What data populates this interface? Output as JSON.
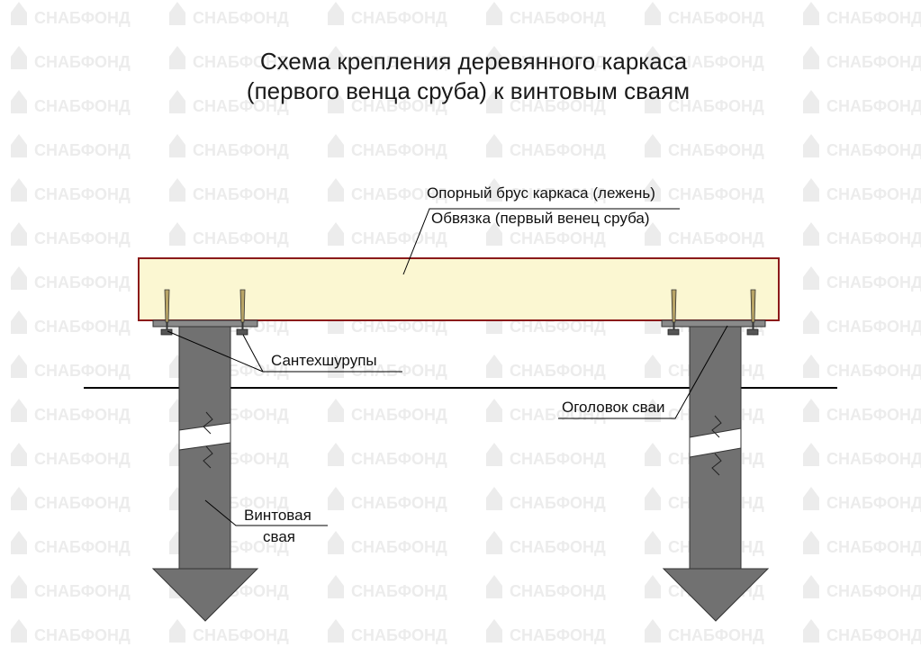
{
  "diagram": {
    "title_lines": [
      "Схема крепления деревянного каркаса",
      "(первого венца сруба) к винтовым сваям"
    ],
    "labels": {
      "support_beam": "Опорный брус каркаса (лежень)",
      "strapping": "Обвязка (первый венец сруба)",
      "screws": "Сантехшурупы",
      "pile_head": "Оголовок сваи",
      "screw_pile_line1": "Винтовая",
      "screw_pile_line2": "свая"
    },
    "watermark": "СНАБФОНД",
    "colors": {
      "beam_fill": "#fbf7d2",
      "beam_border": "#8b1a1a",
      "pile_fill": "#717171",
      "plate_fill": "#8a8a8a",
      "screw_fill": "#b8a466",
      "watermark": "#ececec"
    }
  }
}
